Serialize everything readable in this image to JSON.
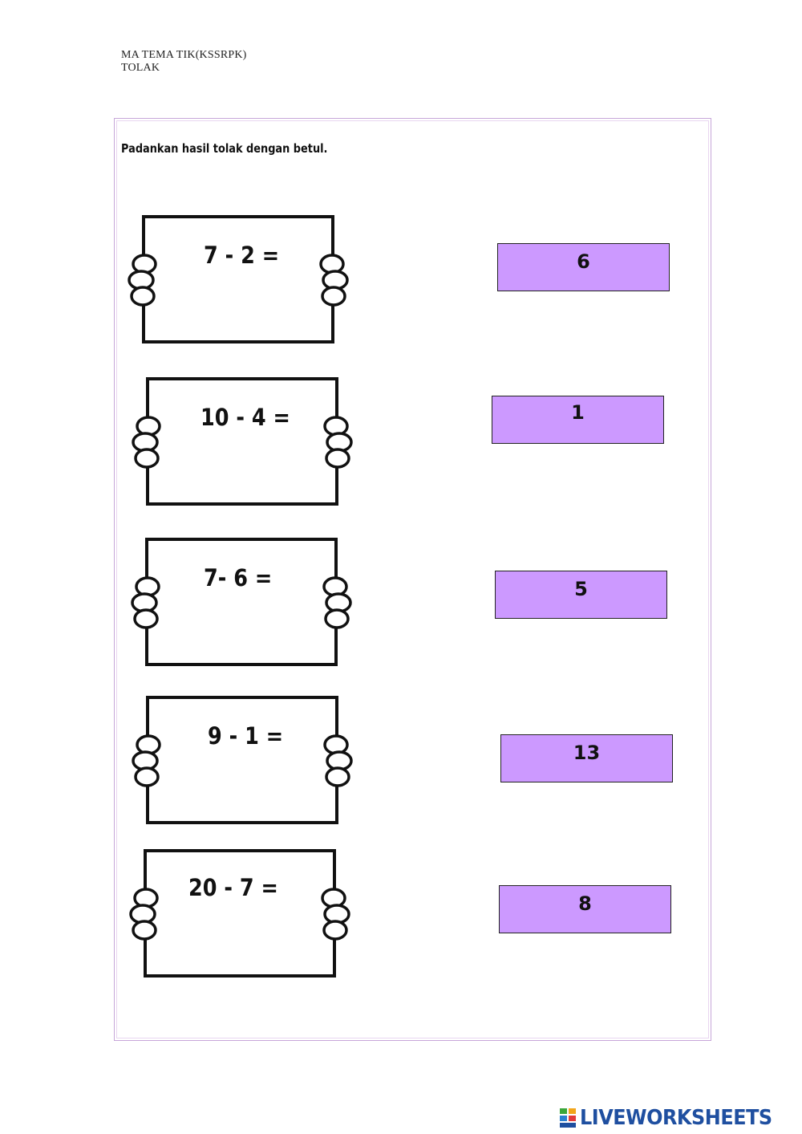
{
  "header": {
    "line1": "MA TEMA TIK(KSSRPK)",
    "line2": "TOLAK"
  },
  "instruction": "Padankan hasil tolak dengan betul.",
  "questions": [
    {
      "expr": "7 - 2 ="
    },
    {
      "expr": "10 - 4 ="
    },
    {
      "expr": "7- 6 ="
    },
    {
      "expr": "9 - 1 ="
    },
    {
      "expr": "20 - 7 ="
    }
  ],
  "answers": [
    {
      "value": "6"
    },
    {
      "value": "1"
    },
    {
      "value": "5"
    },
    {
      "value": "13"
    },
    {
      "value": "8"
    }
  ],
  "colors": {
    "answer_box": "#cc99ff",
    "frame_border": "#c7a6d9",
    "brand": "#1f4fa0"
  },
  "footer": {
    "brand": "LIVEWORKSHEETS",
    "icon": "liveworksheets-logo-icon"
  }
}
